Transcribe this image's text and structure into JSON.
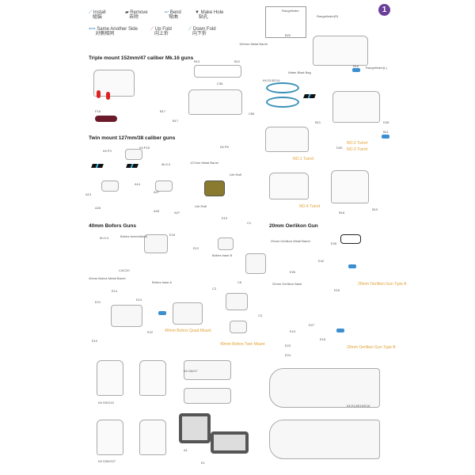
{
  "step_number": "1",
  "legend": [
    {
      "icon": "install-icon",
      "label": "Install",
      "cn": "組裝"
    },
    {
      "icon": "remove-icon",
      "label": "Remove",
      "cn": "去除"
    },
    {
      "icon": "bend-icon",
      "label": "Bend",
      "cn": "彎曲"
    },
    {
      "icon": "drill-icon",
      "label": "Make Hole",
      "cn": "鉆孔"
    },
    {
      "icon": "double-arrow-icon",
      "label": "Same Another Side",
      "cn": "对側相同"
    },
    {
      "icon": "up-fold-icon",
      "label": "Up Fold",
      "cn": "向上折"
    },
    {
      "icon": "down-fold-icon",
      "label": "Down Fold",
      "cn": "向下折"
    }
  ],
  "sections": {
    "triple": "Triple mount 152mm/47 caliber Mk.16 guns",
    "twin": "Twin mount 127mm/38 caliber guns",
    "bofors": "40mm Bofors Guns",
    "oerlikon": "20mm Oerlikon Gun"
  },
  "labels": {
    "rangefinder": "Rangefinder",
    "b20": "B20",
    "rf_r": "Rangefinder(R)",
    "rf_l": "Rangefinder(L)",
    "barrel152": "152mm Metal Barrel",
    "blast": "Water Blast Bag",
    "b16": "B16",
    "f18": "F18",
    "b13": "B13",
    "b12": "B12",
    "c38": "C38",
    "b17a": "B17",
    "b17b": "B17",
    "c86": "C86",
    "kit_d13": "Kit D13/D14",
    "b21": "B21",
    "d28": "D28",
    "b11": "B11",
    "d40": "D40",
    "b18": "B18",
    "b19": "B19",
    "kit_p3": "Kit P3",
    "kit_p18": "Kit P18",
    "hole03": "Ø=0.3",
    "kit_p8": "Kit P8",
    "barrel127": "127mm Metal Barrel",
    "a13": "A13",
    "a26": "A26",
    "a14": "A14",
    "a27": "A27",
    "a25": "A25",
    "a37": "A37",
    "raft1": "Life Raft",
    "raft2": "Life Raft",
    "hole04": "Ø=0.4",
    "breech": "Bofors breechblock",
    "c4": "C4/C20",
    "barrel40": "40mm Bofors Metal Barrel",
    "e18": "E18",
    "e12": "E12",
    "base_a": "Bofors base A",
    "e14": "E14",
    "e13": "E13",
    "e21": "E21",
    "e22": "E22",
    "e10": "E10",
    "base_b": "Bofors base B",
    "e19": "E19",
    "c1": "C1",
    "c6": "C6",
    "c2": "C2",
    "c3": "C3",
    "barrel20": "20mm Oerlikon Metal Barrel",
    "e28": "E28",
    "e42": "E42",
    "e26": "E26",
    "base20": "20mm Oerlikon Base",
    "e16": "E16",
    "e27": "E27",
    "e15": "E15",
    "e23": "E23",
    "e24": "E24",
    "e16b": "E16",
    "kit_g9": "Kit G9/G10",
    "kit_g26": "Kit G26/G27",
    "kit_g6": "Kit G6/G7",
    "a1": "A1",
    "e1": "E1",
    "kit_e14": "Kit E14/E15/E16"
  },
  "results": {
    "no2": "NO.2 Turret",
    "no3": "NO.3 Turret",
    "no1": "NO.1 Turret",
    "no4": "NO.4 Turret",
    "quad": "40mm Bofors Quad Mount",
    "twin40": "40mm Bofors Twin Mount",
    "oer_a": "20mm Oerlikon Gun Type A",
    "oer_b": "20mm Oerlikon Gun Type B"
  },
  "colors": {
    "accent": "#3b8fd0",
    "result": "#e0a030",
    "badge": "#6b3f9a"
  }
}
